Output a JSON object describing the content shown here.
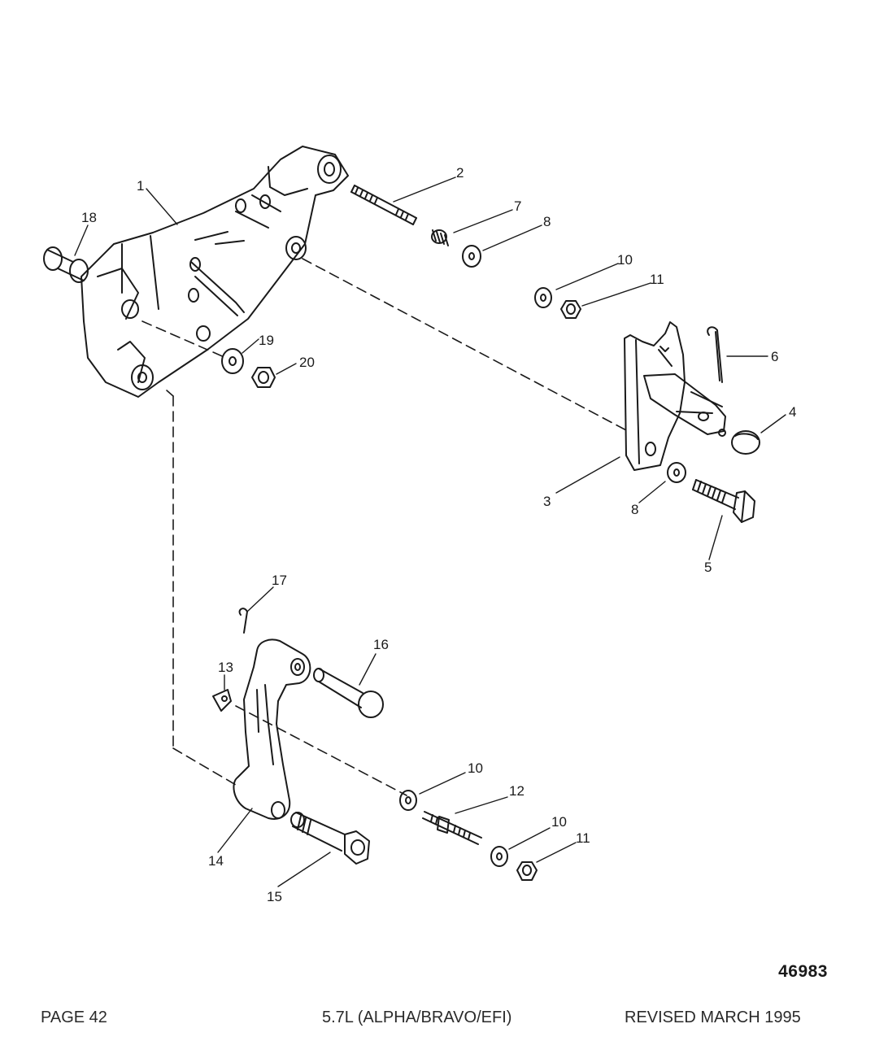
{
  "figure_number": "46983",
  "footer": {
    "left": "PAGE 42",
    "center": "5.7L (ALPHA/BRAVO/EFI)",
    "right": "REVISED MARCH 1995"
  },
  "callouts": {
    "c1": "1",
    "c2": "2",
    "c3": "3",
    "c4": "4",
    "c5": "5",
    "c6": "6",
    "c7": "7",
    "c8a": "8",
    "c8b": "8",
    "c10a": "10",
    "c10b": "10",
    "c10c": "10",
    "c11a": "11",
    "c11b": "11",
    "c12": "12",
    "c13": "13",
    "c14": "14",
    "c15": "15",
    "c16": "16",
    "c17": "17",
    "c18": "18",
    "c19": "19",
    "c20": "20"
  }
}
